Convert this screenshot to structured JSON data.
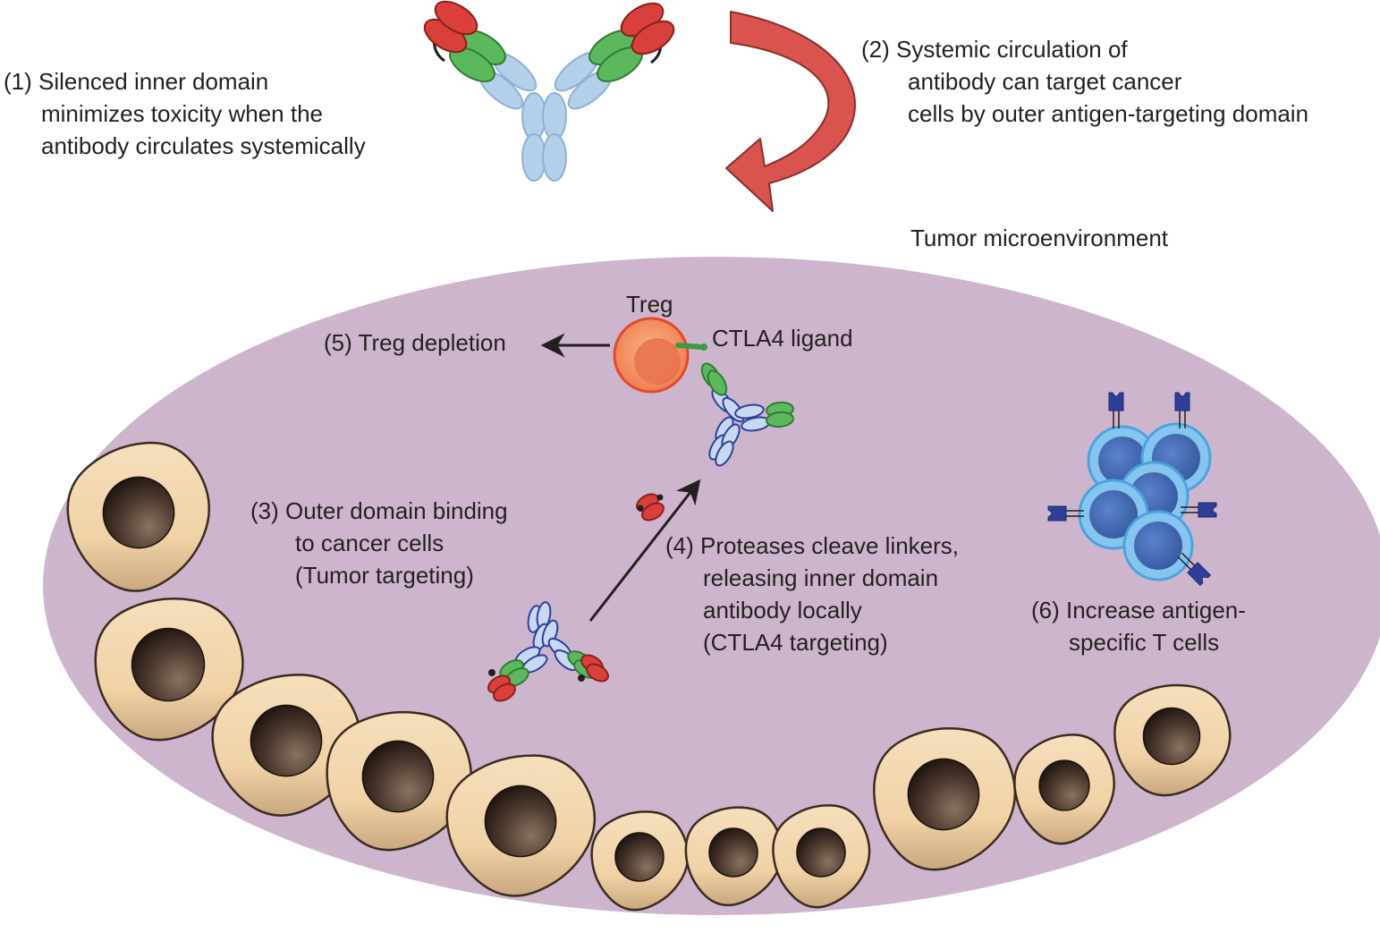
{
  "colors": {
    "background": "#ffffff",
    "tumor_environment": "#cdb6cd",
    "cancer_cell": "#f3d6ad",
    "cancer_nucleus": "#3a2a22",
    "antibody_constant": "#b4cfea",
    "antibody_binding": "#5cb85c",
    "antibody_masking": "#d9403c",
    "circulation_arrow": "#d9534f",
    "treg_cell": "#f08a5c",
    "t_cell": "#86c5ef",
    "t_cell_nucleus": "#3c64ad",
    "receptor": "#2e3f99"
  },
  "labels": {
    "step1": [
      "(1) Silenced inner domain",
      "minimizes toxicity when the",
      "antibody circulates systemically"
    ],
    "step2": [
      "(2) Systemic circulation of",
      "antibody can target cancer",
      "cells by outer antigen-targeting domain"
    ],
    "tumor_env": "Tumor microenvironment",
    "treg": "Treg",
    "ctla4": "CTLA4 ligand",
    "step5": "(5) Treg depletion",
    "step3": [
      "(3) Outer domain binding",
      "to cancer cells",
      "(Tumor targeting)"
    ],
    "step4": [
      "(4) Proteases cleave linkers,",
      "releasing inner domain",
      "antibody locally",
      "(CTLA4 targeting)"
    ],
    "step6": [
      "(6) Increase antigen-",
      "specific T cells"
    ]
  },
  "icons": [
    "antibody-icon",
    "circulation-arrow-icon",
    "treg-cell-icon",
    "cancer-cell-icon",
    "t-cell-icon",
    "cleaved-antibody-icon"
  ]
}
